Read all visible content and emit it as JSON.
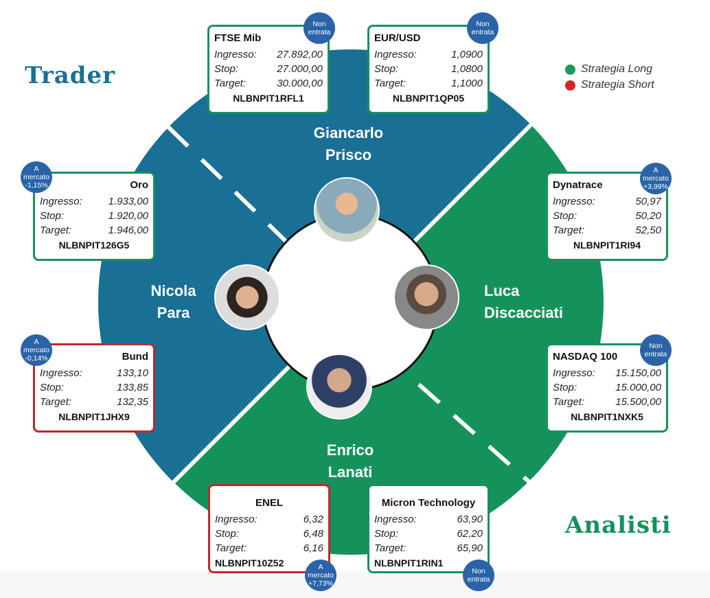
{
  "logos": {
    "trader": "Trader",
    "analisti": "Analisti"
  },
  "legend": [
    {
      "label": "Strategia Long",
      "color": "#1a9a5c"
    },
    {
      "label": "Strategia Short",
      "color": "#d0262c"
    }
  ],
  "colors": {
    "trader": "#1a6f94",
    "analisti": "#15925c"
  },
  "people": [
    {
      "name1": "Giancarlo",
      "name2": "Prisco"
    },
    {
      "name1": "Nicola",
      "name2": "Para"
    },
    {
      "name1": "Luca",
      "name2": "Discacciati"
    },
    {
      "name1": "Enrico",
      "name2": "Lanati"
    }
  ],
  "labels": {
    "ingresso": "Ingresso:",
    "stop": "Stop:",
    "target": "Target:"
  },
  "cards": [
    {
      "name": "FTSE Mib",
      "ingresso": "27.892,00",
      "stop": "27.000,00",
      "target": "30.000,00",
      "code": "NLBNPIT1RFL1",
      "b1": "Non",
      "b2": "entrata",
      "b3": ""
    },
    {
      "name": "EUR/USD",
      "ingresso": "1,0900",
      "stop": "1,0800",
      "target": "1,1000",
      "code": "NLBNPIT1QP05",
      "b1": "Non",
      "b2": "entrata",
      "b3": ""
    },
    {
      "name": "Oro",
      "ingresso": "1.933,00",
      "stop": "1.920,00",
      "target": "1.946,00",
      "code": "NLBNPIT126G5",
      "b1": "A",
      "b2": "mercato",
      "b3": "-1,15%"
    },
    {
      "name": "Bund",
      "ingresso": "133,10",
      "stop": "133,85",
      "target": "132,35",
      "code": "NLBNPIT1JHX9",
      "b1": "A",
      "b2": "mercato",
      "b3": "-0,14%"
    },
    {
      "name": "Dynatrace",
      "ingresso": "50,97",
      "stop": "50,20",
      "target": "52,50",
      "code": "NLBNPIT1RI94",
      "b1": "A",
      "b2": "mercato",
      "b3": "+3,99%"
    },
    {
      "name": "NASDAQ 100",
      "ingresso": "15.150,00",
      "stop": "15.000,00",
      "target": "15.500,00",
      "code": "NLBNPIT1NXK5",
      "b1": "Non",
      "b2": "entrata",
      "b3": ""
    },
    {
      "name": "ENEL",
      "ingresso": "6,32",
      "stop": "6,48",
      "target": "6,16",
      "code": "NLBNPIT10Z52",
      "b1": "A",
      "b2": "mercato",
      "b3": "+7,73%"
    },
    {
      "name": "Micron Technology",
      "ingresso": "63,90",
      "stop": "62,20",
      "target": "65,90",
      "code": "NLBNPIT1RIN1",
      "b1": "Non",
      "b2": "entrata",
      "b3": ""
    }
  ]
}
